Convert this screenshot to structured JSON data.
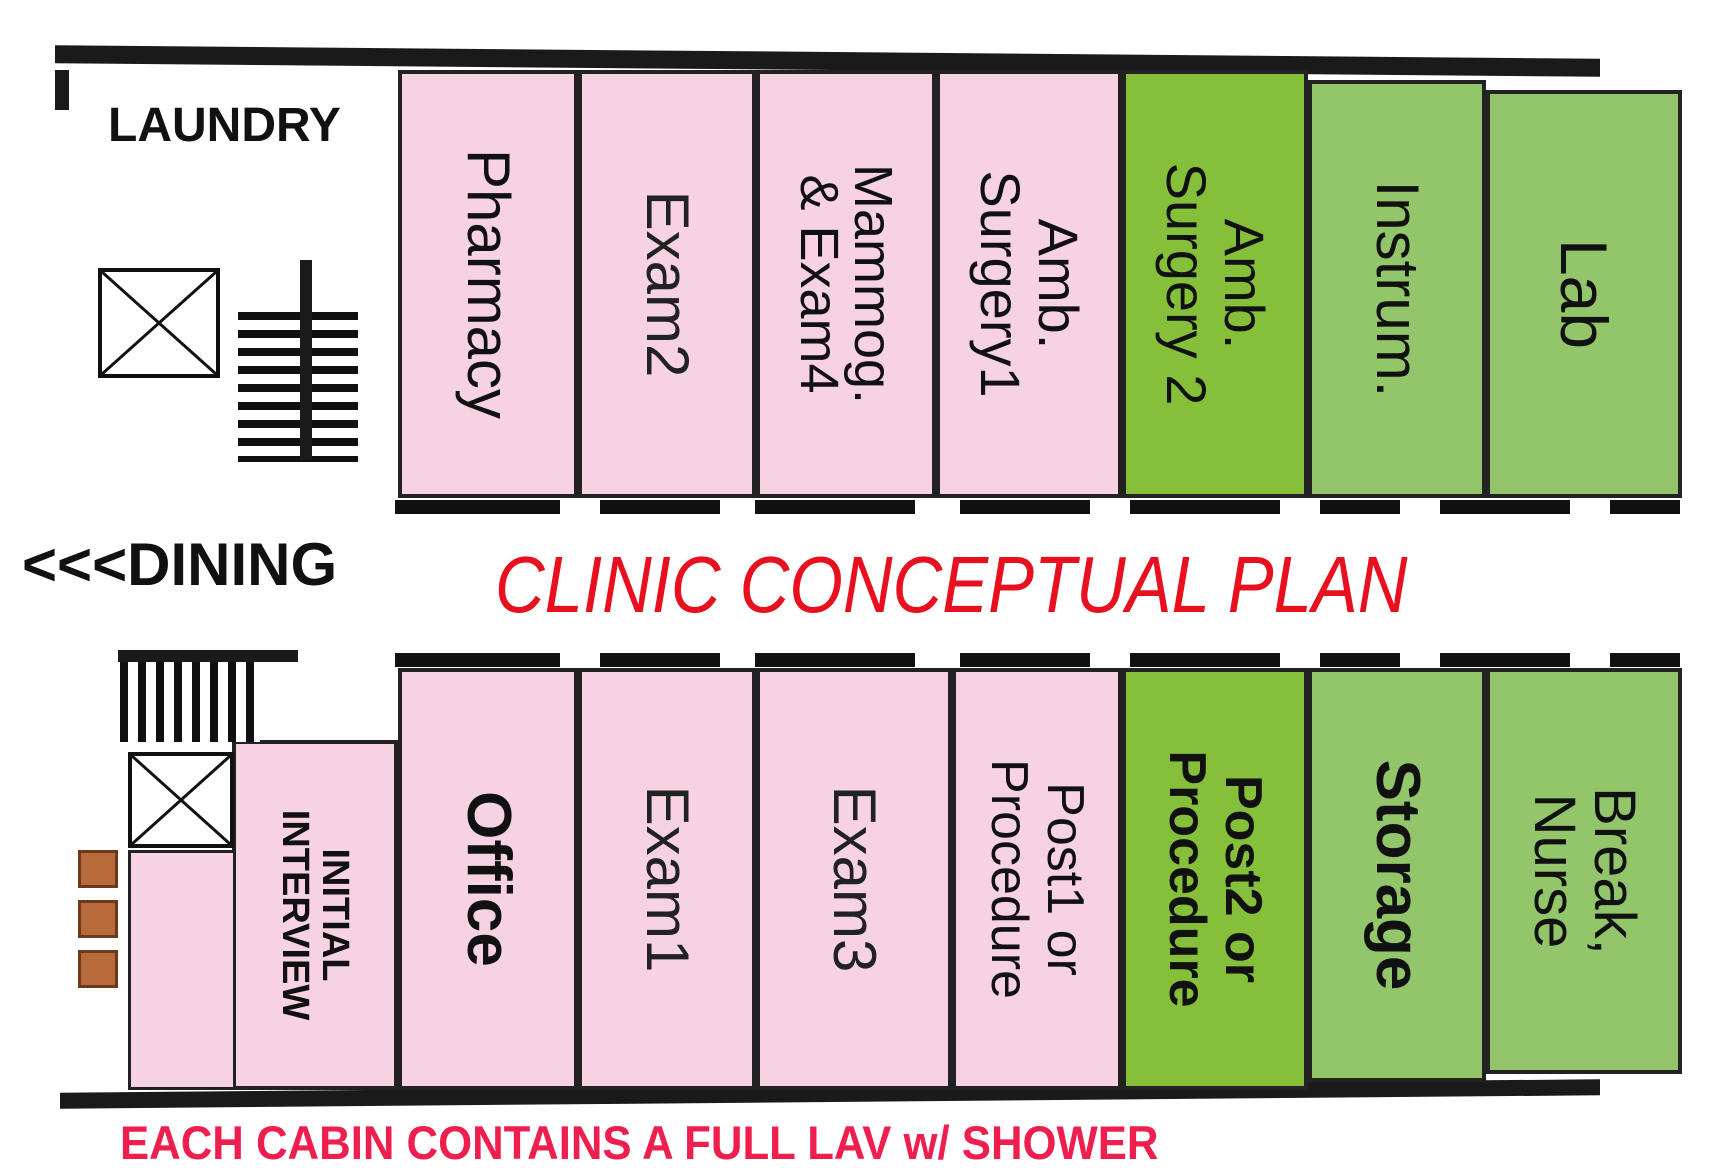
{
  "title": "CLINIC CONCEPTUAL PLAN",
  "footer": "EACH CABIN CONTAINS A FULL LAV w/ SHOWER",
  "left_labels": {
    "laundry": "LAUNDRY",
    "dining": "<<<DINING"
  },
  "top_rooms": [
    {
      "id": "pharmacy",
      "label": "Pharmacy"
    },
    {
      "id": "exam2",
      "label": "Exam2"
    },
    {
      "id": "mammog",
      "label": "Mammog.\n& Exam4"
    },
    {
      "id": "amb-surgery1",
      "label": "Amb.\nSurgery1"
    },
    {
      "id": "amb-surgery2",
      "label": "Amb.\nSurgery 2"
    },
    {
      "id": "instrum",
      "label": "Instrum."
    },
    {
      "id": "lab",
      "label": "Lab"
    }
  ],
  "bottom_rooms": [
    {
      "id": "initial-interview",
      "label": "INITIAL\nINTERVIEW"
    },
    {
      "id": "office",
      "label": "Office"
    },
    {
      "id": "exam1",
      "label": "Exam1"
    },
    {
      "id": "exam3",
      "label": "Exam3"
    },
    {
      "id": "post1",
      "label": "Post1 or\nProcedure"
    },
    {
      "id": "post2",
      "label": "Post2 or\nProcedure"
    },
    {
      "id": "storage",
      "label": "Storage"
    },
    {
      "id": "break-nurse",
      "label": "Break,\nNurse"
    }
  ],
  "colors": {
    "room_pink": "#f6d2e2",
    "room_green_bright": "#86c03a",
    "room_green_mid": "#93c56a",
    "title_red": "#e8101e",
    "footer_red": "#ee1f4e"
  }
}
